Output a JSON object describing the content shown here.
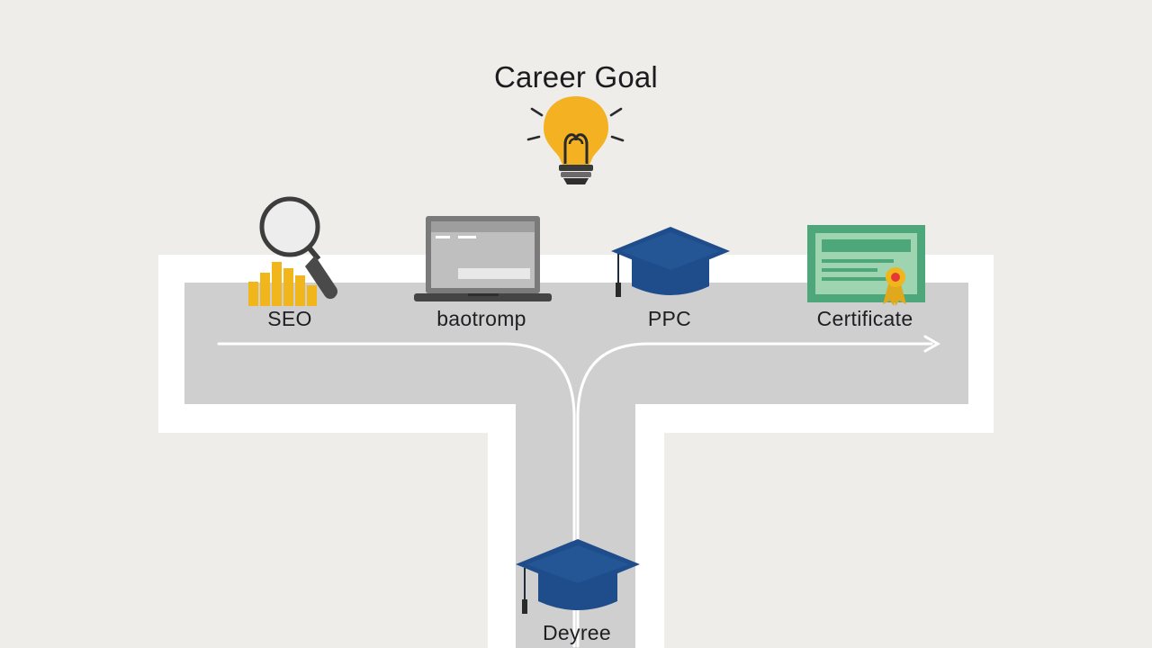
{
  "diagram": {
    "title": "Career Goal",
    "nodes": {
      "seo": "SEO",
      "bootcamp": "baotromp",
      "ppc": "PPC",
      "certificate": "Certificate",
      "degree": "Deyree"
    },
    "colors": {
      "background": "#efedea",
      "road": "#cfcfcf",
      "road_border": "#ffffff",
      "bulb": "#f4b223",
      "cap": "#1f4d8c",
      "certificate": "#4ea77a",
      "bars": "#f2b61d",
      "laptop": "#7a7a7a"
    },
    "icons": [
      "lightbulb-icon",
      "magnifier-icon",
      "bar-chart-icon",
      "laptop-icon",
      "graduation-cap-icon",
      "certificate-icon"
    ]
  }
}
